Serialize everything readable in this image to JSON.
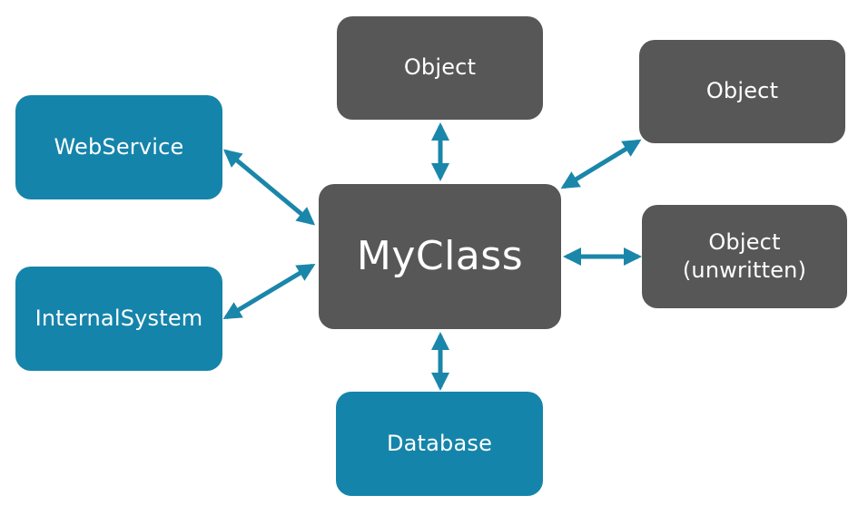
{
  "diagram": {
    "center": {
      "label": "MyClass"
    },
    "nodes": {
      "object_top": {
        "label": "Object"
      },
      "object_top_right": {
        "label": "Object"
      },
      "object_right": {
        "line1": "Object",
        "line2": "(unwritten)"
      },
      "webservice": {
        "label": "WebService"
      },
      "internal_system": {
        "label": "InternalSystem"
      },
      "database": {
        "label": "Database"
      }
    },
    "colors": {
      "external_system": "#1584aa",
      "object": "#575757",
      "arrow": "#1a86aa",
      "text": "#ffffff"
    }
  }
}
